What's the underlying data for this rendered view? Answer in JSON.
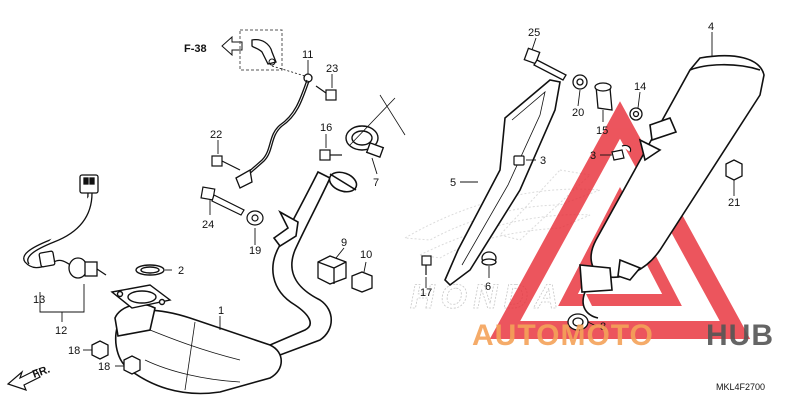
{
  "diagram": {
    "reference_label": "F-38",
    "diagram_code": "MKL4F2700",
    "front_label": "FR.",
    "callouts": {
      "c1": "1",
      "c2": "2",
      "c3a": "3",
      "c3b": "3",
      "c4": "4",
      "c5": "5",
      "c6": "6",
      "c7": "7",
      "c8": "8",
      "c9": "9",
      "c10": "10",
      "c11": "11",
      "c12": "12",
      "c13": "13",
      "c14": "14",
      "c15": "15",
      "c16": "16",
      "c17": "17",
      "c18a": "18",
      "c18b": "18",
      "c19": "19",
      "c20": "20",
      "c21": "21",
      "c22": "22",
      "c23": "23",
      "c24": "24",
      "c25": "25"
    }
  },
  "watermark": {
    "brand_text": "HONDA",
    "logo_left": "AUTOMOTO",
    "logo_right": "HUB",
    "colors": {
      "red": "#e8303a",
      "orange": "#f4a259",
      "gray": "#555555"
    }
  }
}
